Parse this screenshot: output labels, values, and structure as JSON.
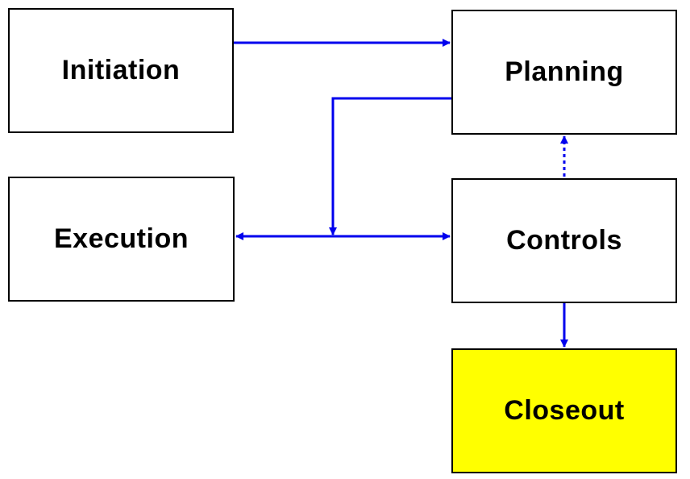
{
  "diagram": {
    "nodes": [
      {
        "id": "initiation",
        "label": "Initiation"
      },
      {
        "id": "planning",
        "label": "Planning"
      },
      {
        "id": "execution",
        "label": "Execution"
      },
      {
        "id": "controls",
        "label": "Controls"
      },
      {
        "id": "closeout",
        "label": "Closeout",
        "highlight": true
      }
    ],
    "edges": [
      {
        "from": "initiation",
        "to": "planning",
        "style": "solid"
      },
      {
        "from": "planning",
        "to": "execution-controls-link",
        "style": "solid"
      },
      {
        "from": "execution",
        "to": "controls",
        "style": "solid",
        "bidirectional": true
      },
      {
        "from": "controls",
        "to": "planning",
        "style": "dotted"
      },
      {
        "from": "controls",
        "to": "closeout",
        "style": "solid"
      }
    ]
  },
  "colors": {
    "arrow": "#0000ee",
    "box_border": "#000000",
    "box_fill": "#ffffff",
    "highlight_fill": "#ffff00"
  }
}
